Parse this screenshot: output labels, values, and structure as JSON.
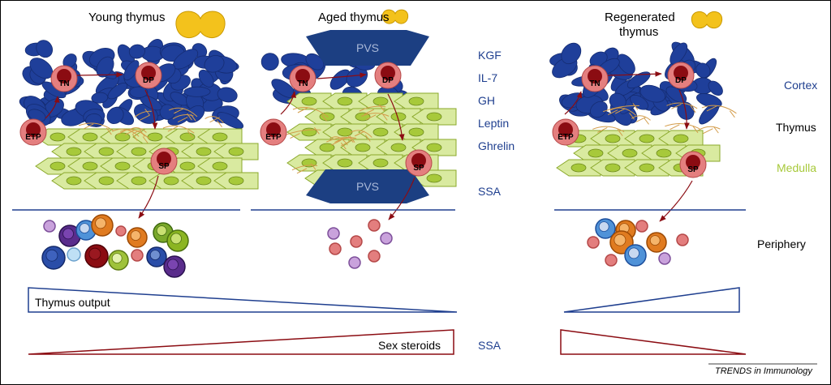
{
  "titles": {
    "young": "Young thymus",
    "aged": "Aged thymus",
    "regenerated_line1": "Regenerated",
    "regenerated_line2": "thymus"
  },
  "cell_labels": {
    "tn": "TN",
    "dp": "DP",
    "etp": "ETP",
    "sp": "SP"
  },
  "pvs": "PVS",
  "factors": [
    "KGF",
    "IL-7",
    "GH",
    "Leptin",
    "Ghrelin"
  ],
  "ssa_top": "SSA",
  "ssa_bottom": "SSA",
  "legend": {
    "cortex": "Cortex",
    "thymus": "Thymus",
    "medulla": "Medulla",
    "periphery": "Periphery"
  },
  "bars": {
    "thymus_output": "Thymus output",
    "sex_steroids": "Sex steroids"
  },
  "footer": "TRENDS in Immunology",
  "colors": {
    "cortex_blue": "#1f3f9a",
    "medulla_green": "#a7c93a",
    "lobe_yellow": "#f3c21c",
    "cell_red": "#8b0c12",
    "cell_pink": "#e47f7f",
    "steroid_red": "#8b0c12",
    "output_blue": "#1f3f8f"
  }
}
